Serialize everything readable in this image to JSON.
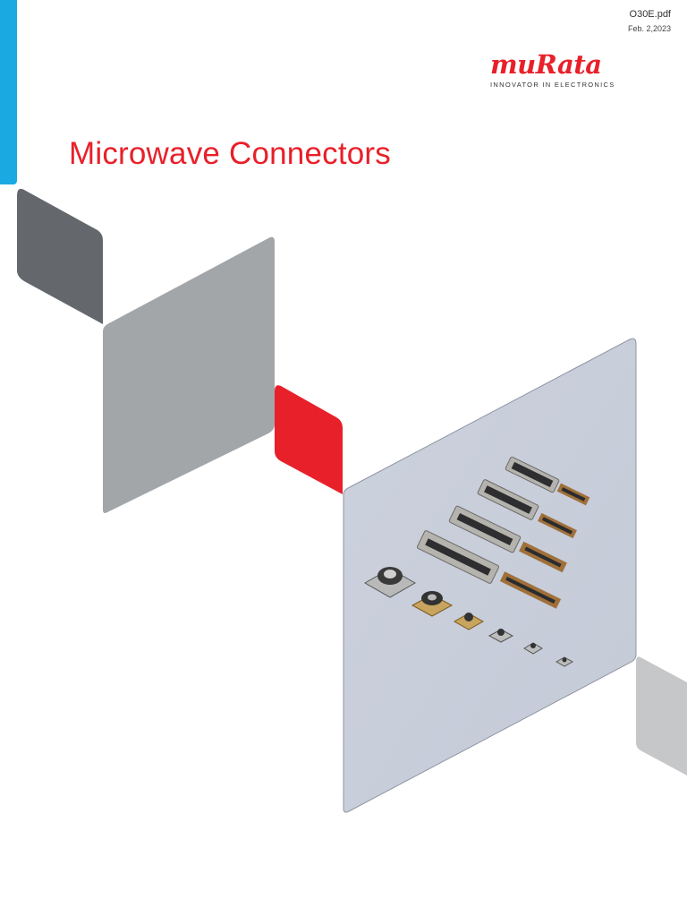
{
  "header": {
    "doc_code": "O30E.pdf",
    "doc_date": "Feb. 2,2023"
  },
  "brand": {
    "logo_text": "muRata",
    "tagline": "INNOVATOR IN ELECTRONICS",
    "color_red": "#e8202a",
    "color_blue": "#1aa9e0"
  },
  "cover": {
    "title": "Microwave Connectors"
  }
}
